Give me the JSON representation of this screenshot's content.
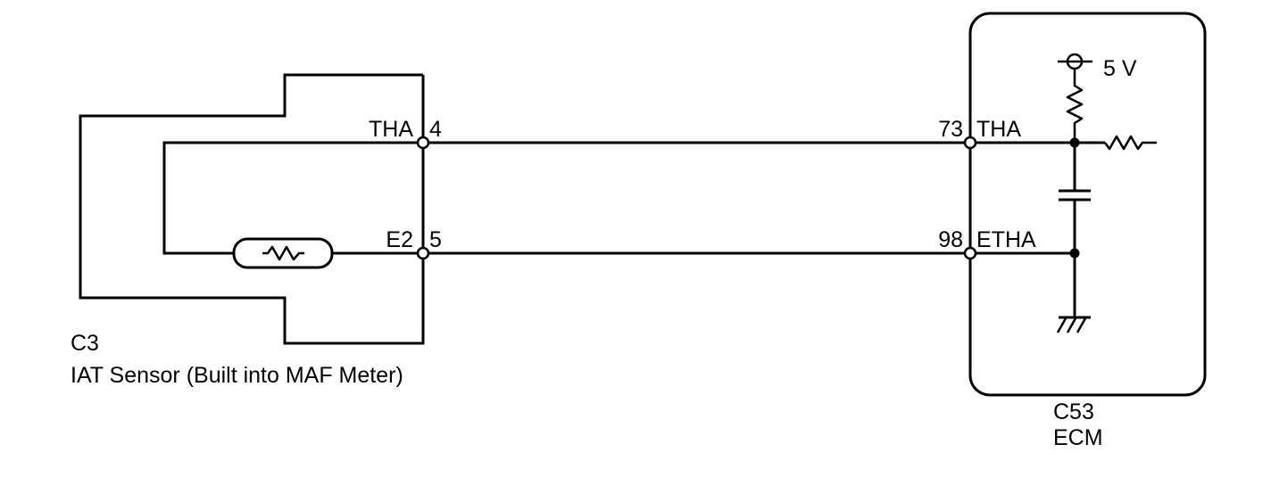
{
  "sensor": {
    "connector": "C3",
    "name": "IAT Sensor (Built into MAF Meter)",
    "pins": [
      {
        "label": "THA",
        "number": "4"
      },
      {
        "label": "E2",
        "number": "5"
      }
    ]
  },
  "ecm": {
    "connector": "C53",
    "name": "ECM",
    "supply_label": "5 V",
    "pins": [
      {
        "label": "THA",
        "number": "73"
      },
      {
        "label": "ETHA",
        "number": "98"
      }
    ]
  }
}
